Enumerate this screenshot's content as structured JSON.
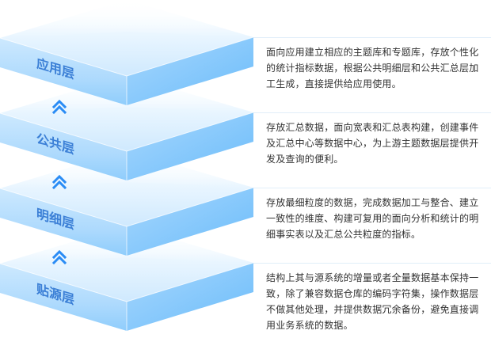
{
  "colors": {
    "slab_top_light": "#f4fbff",
    "slab_top_mid": "#d9efff",
    "slab_side_left": "#a9d8fc",
    "slab_side_right": "#7cc4fb",
    "label": "#3b7fd6",
    "chevron": "#2a8cf5",
    "divider": "#e1eef9",
    "desc_text": "#333333"
  },
  "layers": [
    {
      "name": "应用层",
      "icon": "none",
      "description": "面向应用建立相应的主题库和专题库，存放个性化的统计指标数据，根据公共明细层和公共汇总层加工生成，直接提供给应用使用。"
    },
    {
      "name": "公共层",
      "icon": "double-chevron-up-icon",
      "description": "存放汇总数据，面向宽表和汇总表构建，创建事件及汇总中心等数据中心，为上游主题数据层提供开发及查询的便利。"
    },
    {
      "name": "明细层",
      "icon": "double-chevron-up-icon",
      "description": "存放最细粒度的数据，完成数据加工与整合、建立一致性的维度、构建可复用的面向分析和统计的明细事实表以及汇总公共粒度的指标。"
    },
    {
      "name": "贴源层",
      "icon": "double-chevron-up-icon",
      "description": "结构上其与源系统的增量或者全量数据基本保持一致，除了兼容数据仓库的编码字符集，操作数据层不做其他处理，并提供数据冗余备份，避免直接调用业务系统的数据。"
    }
  ]
}
